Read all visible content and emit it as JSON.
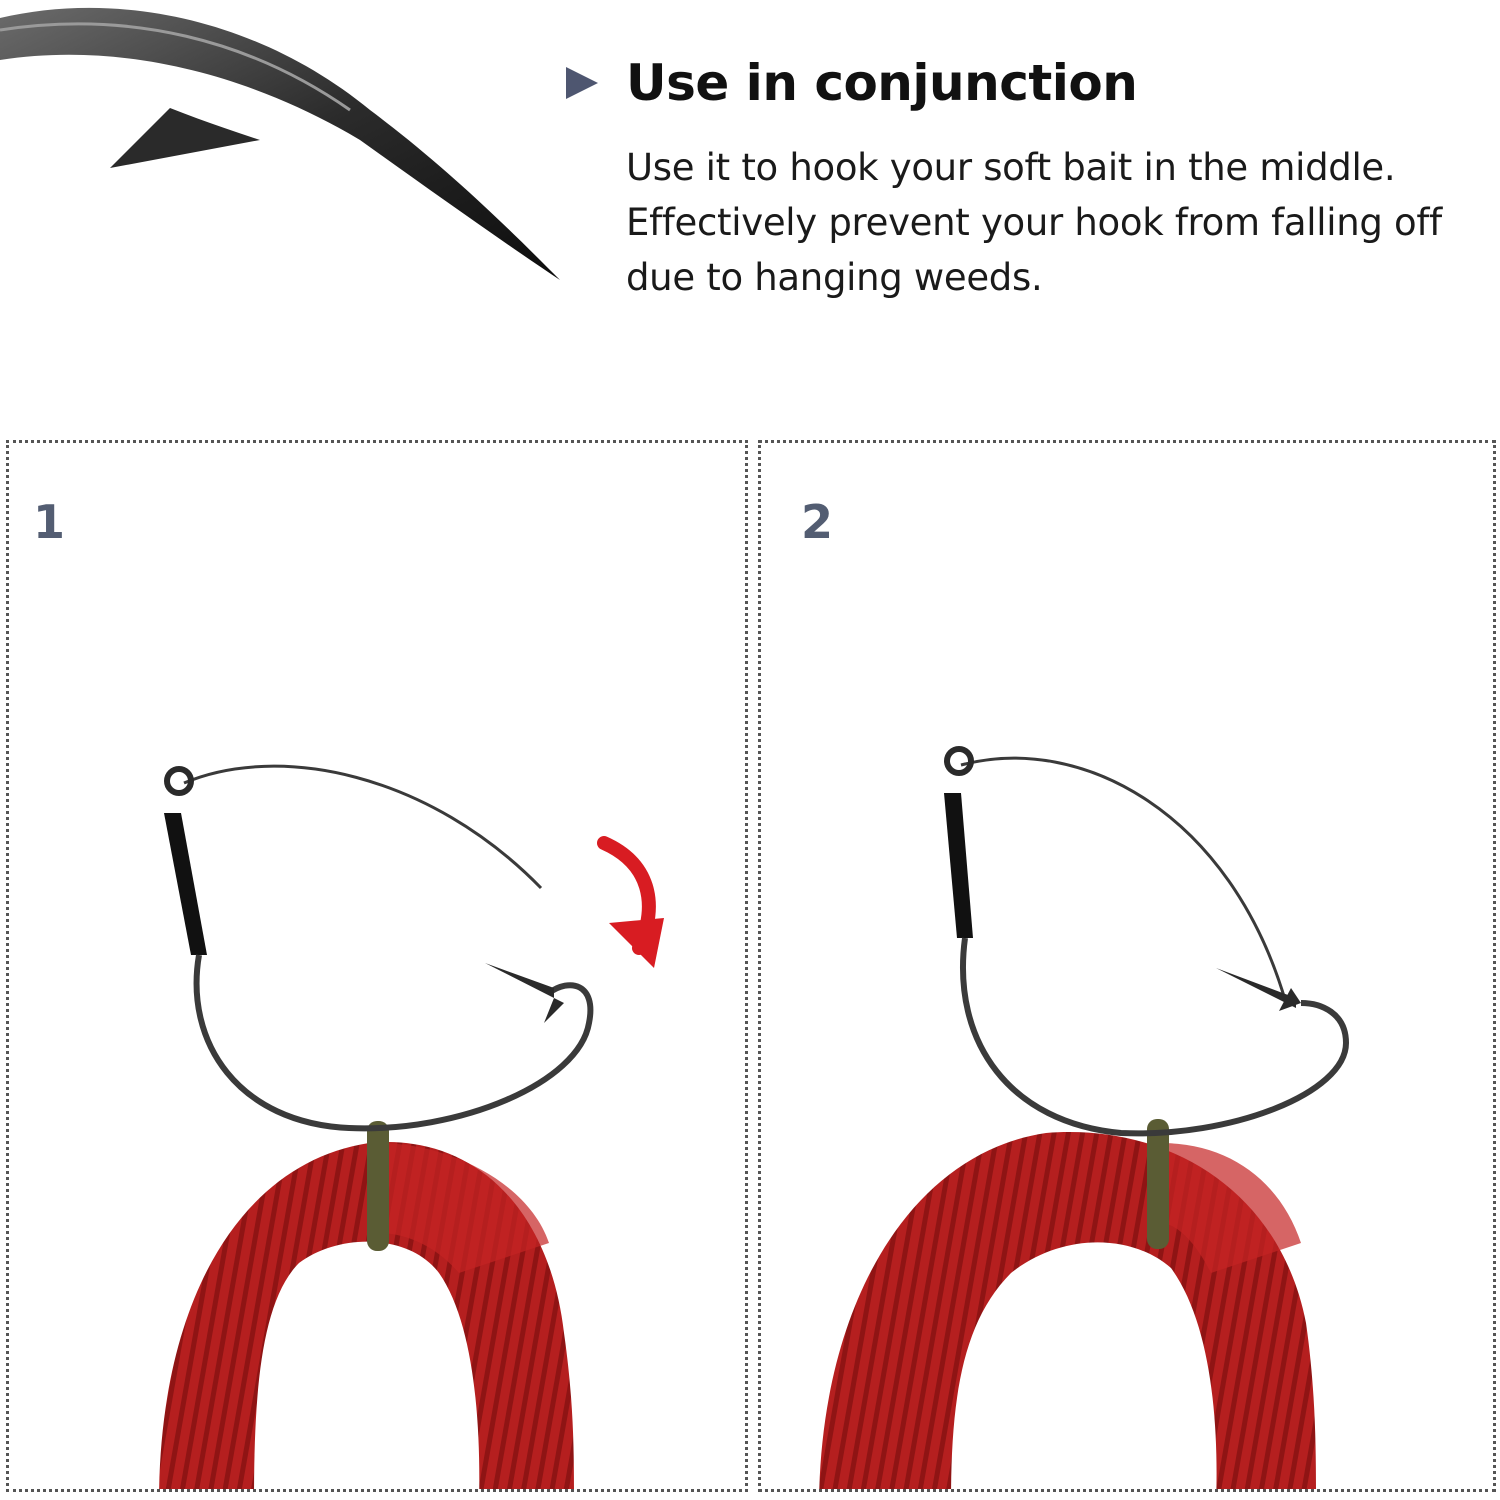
{
  "section": {
    "title": "Use in conjunction",
    "description": "Use it to hook your soft bait in the middle. Effectively prevent your hook from falling off due to hanging weeds."
  },
  "steps": [
    {
      "number": "1"
    },
    {
      "number": "2"
    }
  ],
  "colors": {
    "accent_triangle": "#4e5670",
    "step_number": "#535d72",
    "bait_red": "#b51f1f",
    "arrow_red": "#d81c22",
    "o_ring": "#5a5c34",
    "hook_metal": "#3a3a3a"
  },
  "icons": {
    "heading_marker": "triangle-right-icon",
    "step1_arrow": "curved-arrow-down-icon"
  }
}
